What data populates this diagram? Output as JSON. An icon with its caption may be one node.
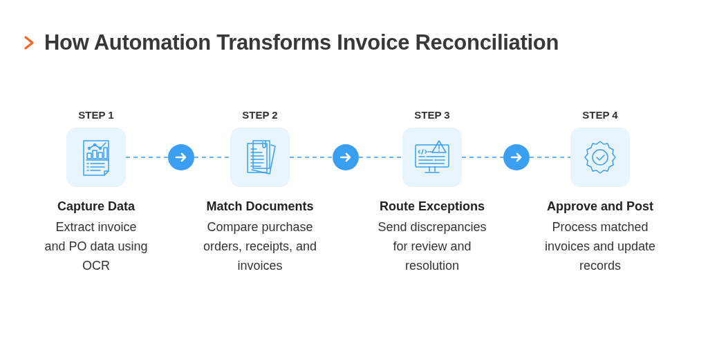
{
  "diagram": {
    "title": "How Automation Transforms Invoice Reconciliation",
    "nodes": [
      {
        "text": [
          "STEP 1",
          "Capture Data",
          "Extract invoice and PO data using OCR"
        ]
      },
      {
        "text": [],
        "shape": "circle"
      },
      {
        "text": [
          "STEP 2",
          "Match Documents",
          "Compare purchase orders, receipts, and invoices"
        ]
      },
      {
        "text": [],
        "shape": "circle"
      },
      {
        "text": [
          "STEP 3",
          "Route Exceptions",
          "Send discrepancies for review and resolution"
        ]
      },
      {
        "text": [],
        "shape": "circle"
      },
      {
        "text": [
          "STEP 4",
          "Approve and Post",
          "Process matched invoices and update records"
        ]
      }
    ],
    "edges": [
      {
        "from": 0,
        "to": 1,
        "arrow": "none",
        "style": "dashed"
      },
      {
        "from": 1,
        "to": 2,
        "arrow": "none",
        "style": "dashed"
      },
      {
        "from": 2,
        "to": 3,
        "arrow": "none",
        "style": "dashed"
      },
      {
        "from": 3,
        "to": 4,
        "arrow": "none",
        "style": "dashed"
      },
      {
        "from": 4,
        "to": 5,
        "arrow": "none",
        "style": "dashed"
      },
      {
        "from": 5,
        "to": 6,
        "arrow": "none",
        "style": "dashed"
      }
    ]
  }
}
